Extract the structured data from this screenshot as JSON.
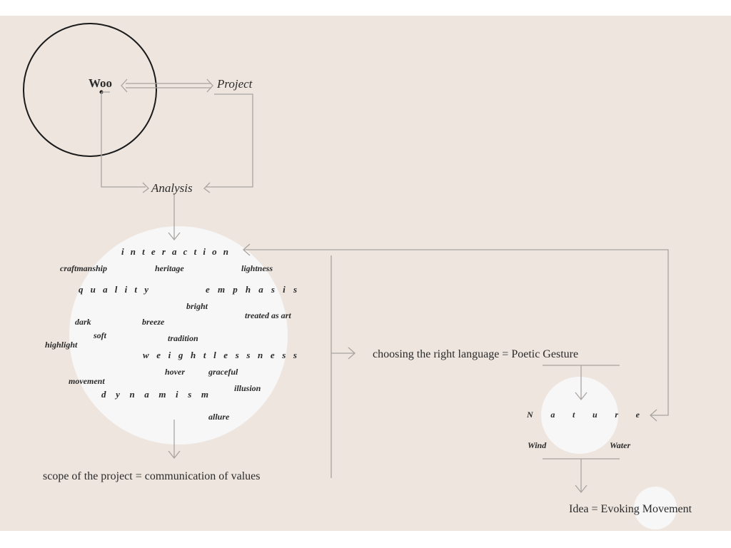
{
  "nodes": {
    "woo": "Woo",
    "project": "Project",
    "analysis": "Analysis",
    "scope": "scope of the project = communication of values",
    "language": "choosing the right language = Poetic Gesture",
    "nature": "N a t u r e",
    "wind": "Wind",
    "water": "Water",
    "idea": "Idea = Evoking Movement"
  },
  "keywords": [
    "i n t e r a c t i o n",
    "craftmanship",
    "heritage",
    "lightness",
    "q u a l i t y",
    "e m p h a s i s",
    "bright",
    "treated as art",
    "dark",
    "breeze",
    "soft",
    "tradition",
    "highlight",
    "w e i g h t l e s s n e s s",
    "hover",
    "graceful",
    "movement",
    "illusion",
    "d y n a m i s m",
    "allure"
  ],
  "colors": {
    "paper": "#eee5df",
    "lines": "#a8a4a1",
    "ink": "#2a2a2a",
    "blob": "#f7f7f8"
  }
}
